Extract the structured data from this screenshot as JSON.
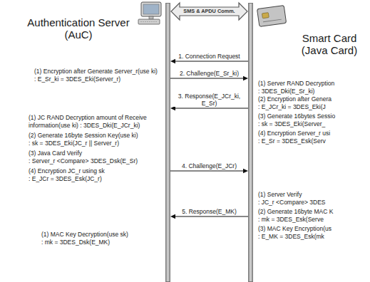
{
  "diagram": {
    "nodes": [
      {
        "text": [
          "Authentication Server (AuC)"
        ]
      },
      {
        "text": [
          "Smart Card (Java Card)"
        ]
      }
    ],
    "edges": [
      {
        "from": 0,
        "to": 1,
        "arrow": "both",
        "label": "SMS & APDU Comm."
      },
      {
        "from": 1,
        "to": 0,
        "arrow": "to",
        "label": "1. Connection Request"
      },
      {
        "from": 0,
        "to": 1,
        "arrow": "to",
        "label": "2. Challenge(E_Sr_ki)"
      },
      {
        "from": 1,
        "to": 0,
        "arrow": "to",
        "label": "3. Response(E_JCr_ki, E_Sr)"
      },
      {
        "from": 0,
        "to": 1,
        "arrow": "to",
        "label": "4. Challenge(E_JCr)"
      },
      {
        "from": 1,
        "to": 0,
        "arrow": "to",
        "label": "5. Response(E_MK)"
      }
    ],
    "labels": [
      "(1) Encryption after Generate Server_r(use ki)",
      ": E_Sr_ki = 3DES_Eki(Server_r)",
      "(1) Server RAND Decryption",
      ": 3DES_Dki(E_Sr_ki)",
      "(2) Encryption after Genera",
      ": E_JCr_ki = 3DES_Eki(J",
      "(3) Generate 16bytes Sessio",
      ": sk = 3DES_Eki(Server_",
      "(4) Encryption Server_r usi",
      ": E_Sr = 3DES_Esk(Serv",
      "(1) JC RAND Decryption amount of Receive",
      "information(use ki) : 3DES_Dki(E_JCr_ki)",
      "(2) Generate 16byte Session Key(use ki)",
      ": sk = 3DES_Eki(JC_r || Server_r)",
      "(3) Java Card Verify",
      ": Server_r <Compare> 3DES_Dsk(E_Sr)",
      "(4) Encryption JC_r using sk",
      ": E_JCr = 3DES_Esk(JC_r)",
      "(1) Server Verify",
      ": JC_r <Compare> 3DES",
      "(2) Generate 16byte MAC K",
      ": mk = 3DES_Esk(Serve",
      "(3) MAC Key Encryption(us",
      ": E_MK = 3DES_Esk(mk",
      "(1) MAC Key Decryption(use sk)",
      ": mk = 3DES_Dsk(E_MK)"
    ]
  }
}
